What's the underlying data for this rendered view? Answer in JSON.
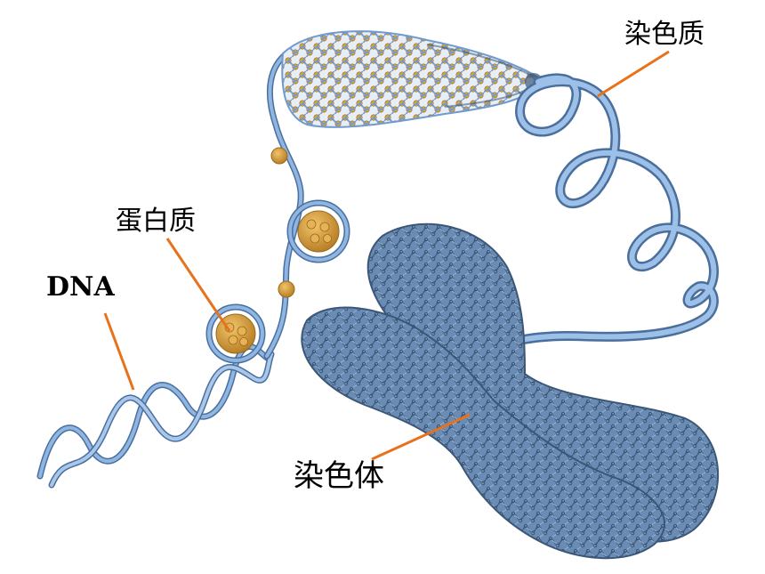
{
  "labels": {
    "dna": "DNA",
    "protein": "蛋白质",
    "chromatin": "染色质",
    "chromosome": "染色体"
  },
  "colors": {
    "dna_strand": "#7aa6d8",
    "dna_strand_dark": "#4a6f9c",
    "protein": "#d9a441",
    "protein_dark": "#9c6a1a",
    "chromosome": "#5d7fa8",
    "chromosome_texture": "#3b5677",
    "leader_line": "#e8711c"
  }
}
